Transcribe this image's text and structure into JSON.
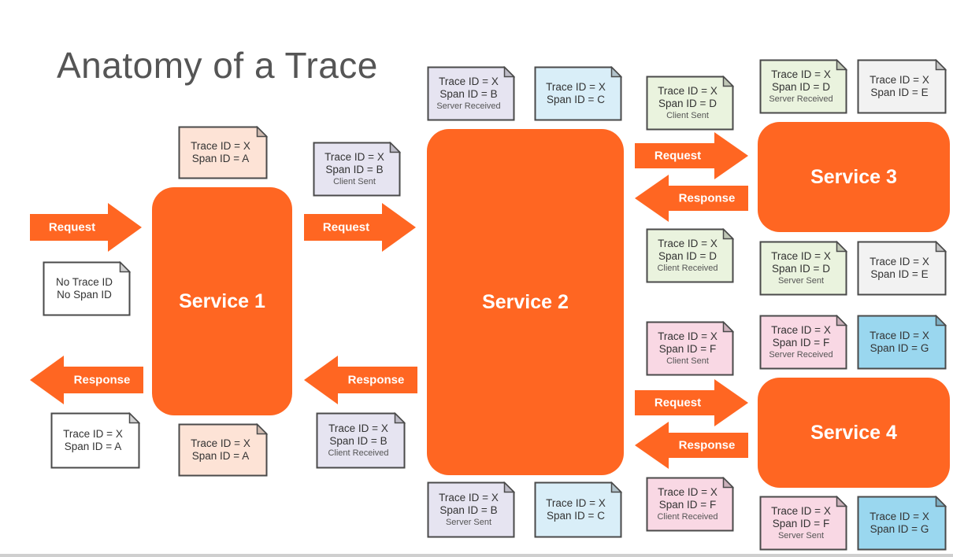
{
  "title": "Anatomy of a Trace",
  "colors": {
    "service": "#ff6622",
    "arrow": "#ff6622",
    "note_white": "#ffffff",
    "note_peach": "#fde3d6",
    "note_lavender": "#e6e4f1",
    "note_lightblue": "#d9eef8",
    "note_green": "#eaf3de",
    "note_gray": "#f2f2f2",
    "note_pink": "#f9d8e4",
    "note_blue": "#9ad7ef"
  },
  "services": [
    {
      "id": "s1",
      "label": "Service 1"
    },
    {
      "id": "s2",
      "label": "Service 2"
    },
    {
      "id": "s3",
      "label": "Service 3"
    },
    {
      "id": "s4",
      "label": "Service 4"
    }
  ],
  "arrows": [
    {
      "id": "a1",
      "label": "Request",
      "dir": "right"
    },
    {
      "id": "a2",
      "label": "Request",
      "dir": "right"
    },
    {
      "id": "a3",
      "label": "Response",
      "dir": "left"
    },
    {
      "id": "a4",
      "label": "Response",
      "dir": "left"
    },
    {
      "id": "a5",
      "label": "Request",
      "dir": "right"
    },
    {
      "id": "a6",
      "label": "Response",
      "dir": "left"
    },
    {
      "id": "a7",
      "label": "Request",
      "dir": "right"
    },
    {
      "id": "a8",
      "label": "Response",
      "dir": "left"
    }
  ],
  "notes": [
    {
      "id": "n1",
      "color": "note_white",
      "lines": [
        "No Trace ID",
        "No Span ID"
      ],
      "sub": ""
    },
    {
      "id": "n2",
      "color": "note_white",
      "lines": [
        "Trace ID = X",
        "Span ID = A"
      ],
      "sub": ""
    },
    {
      "id": "n3",
      "color": "note_peach",
      "lines": [
        "Trace ID = X",
        "Span ID = A"
      ],
      "sub": ""
    },
    {
      "id": "n4",
      "color": "note_peach",
      "lines": [
        "Trace ID = X",
        "Span ID = A"
      ],
      "sub": ""
    },
    {
      "id": "n5",
      "color": "note_lavender",
      "lines": [
        "Trace ID = X",
        "Span ID = B"
      ],
      "sub": "Client Sent"
    },
    {
      "id": "n6",
      "color": "note_lavender",
      "lines": [
        "Trace ID = X",
        "Span ID = B"
      ],
      "sub": "Client Received"
    },
    {
      "id": "n7",
      "color": "note_lavender",
      "lines": [
        "Trace ID = X",
        "Span ID = B"
      ],
      "sub": "Server Received"
    },
    {
      "id": "n8",
      "color": "note_lightblue",
      "lines": [
        "Trace ID = X",
        "Span ID = C"
      ],
      "sub": ""
    },
    {
      "id": "n9",
      "color": "note_lavender",
      "lines": [
        "Trace ID = X",
        "Span ID = B"
      ],
      "sub": "Server Sent"
    },
    {
      "id": "n10",
      "color": "note_lightblue",
      "lines": [
        "Trace ID = X",
        "Span ID = C"
      ],
      "sub": ""
    },
    {
      "id": "n11",
      "color": "note_green",
      "lines": [
        "Trace ID = X",
        "Span ID = D"
      ],
      "sub": "Client Sent"
    },
    {
      "id": "n12",
      "color": "note_green",
      "lines": [
        "Trace ID = X",
        "Span ID = D"
      ],
      "sub": "Client Received"
    },
    {
      "id": "n13",
      "color": "note_green",
      "lines": [
        "Trace ID = X",
        "Span ID = D"
      ],
      "sub": "Server Received"
    },
    {
      "id": "n14",
      "color": "note_gray",
      "lines": [
        "Trace ID = X",
        "Span ID = E"
      ],
      "sub": ""
    },
    {
      "id": "n15",
      "color": "note_green",
      "lines": [
        "Trace ID = X",
        "Span ID = D"
      ],
      "sub": "Server Sent"
    },
    {
      "id": "n16",
      "color": "note_gray",
      "lines": [
        "Trace ID = X",
        "Span ID = E"
      ],
      "sub": ""
    },
    {
      "id": "n17",
      "color": "note_pink",
      "lines": [
        "Trace ID = X",
        "Span ID = F"
      ],
      "sub": "Client Sent"
    },
    {
      "id": "n18",
      "color": "note_pink",
      "lines": [
        "Trace ID = X",
        "Span ID = F"
      ],
      "sub": "Client Received"
    },
    {
      "id": "n19",
      "color": "note_pink",
      "lines": [
        "Trace ID = X",
        "Span ID = F"
      ],
      "sub": "Server Received"
    },
    {
      "id": "n20",
      "color": "note_blue",
      "lines": [
        "Trace ID = X",
        "Span ID = G"
      ],
      "sub": ""
    },
    {
      "id": "n21",
      "color": "note_pink",
      "lines": [
        "Trace ID = X",
        "Span ID = F"
      ],
      "sub": "Server Sent"
    },
    {
      "id": "n22",
      "color": "note_blue",
      "lines": [
        "Trace ID = X",
        "Span ID = G"
      ],
      "sub": ""
    }
  ]
}
